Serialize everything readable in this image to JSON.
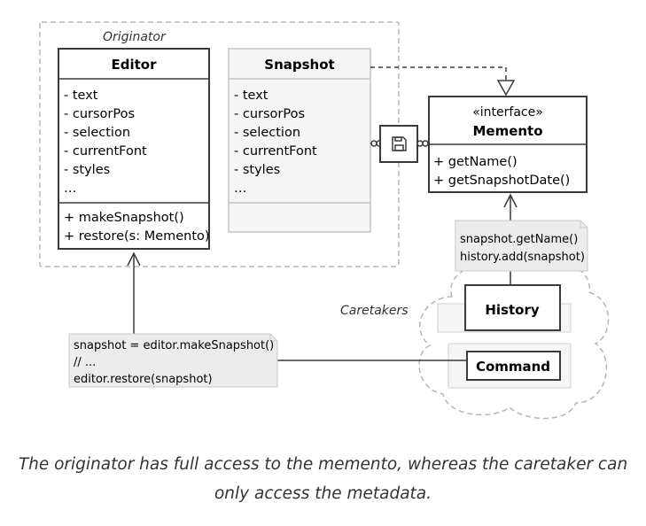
{
  "originator_label": "Originator",
  "caretakers_label": "Caretakers",
  "editor": {
    "name": "Editor",
    "fields": [
      "- text",
      "- cursorPos",
      "- selection",
      "- currentFont",
      "- styles",
      "…"
    ],
    "methods": [
      "+ makeSnapshot()",
      "+ restore(s: Memento)"
    ]
  },
  "snapshot": {
    "name": "Snapshot",
    "fields": [
      "- text",
      "- cursorPos",
      "- selection",
      "- currentFont",
      "- styles",
      "…"
    ]
  },
  "memento": {
    "stereotype": "«interface»",
    "name": "Memento",
    "methods": [
      "+ getName()",
      "+ getSnapshotDate()"
    ]
  },
  "history": {
    "name": "History"
  },
  "command": {
    "name": "Command"
  },
  "note_caretaker": [
    "snapshot.getName()",
    "history.add(snapshot)"
  ],
  "note_originator": [
    "snapshot = editor.makeSnapshot()",
    "// ...",
    "editor.restore(snapshot)"
  ],
  "icons": {
    "nested_class": "floppy-disk-icon"
  },
  "colors": {
    "stroke": "#3a3a3a",
    "box_fill": "#ffffff",
    "muted_fill": "#f5f5f5",
    "note_fill": "#ececec",
    "dashed": "#b5b5b5"
  },
  "caption": [
    "The originator has full access to the memento, whereas the caretaker can",
    "only access the metadata."
  ]
}
